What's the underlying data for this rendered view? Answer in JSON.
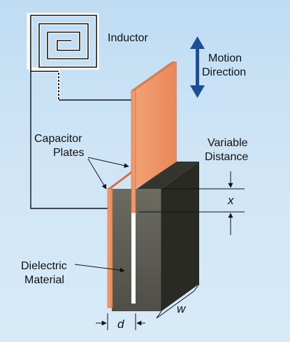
{
  "labels": {
    "inductor": "Inductor",
    "motion_line1": "Motion",
    "motion_line2": "Direction",
    "capacitor_line1": "Capacitor",
    "capacitor_line2": "Plates",
    "variable_line1": "Variable",
    "variable_line2": "Distance",
    "x": "x",
    "dielectric_line1": "Dielectric",
    "dielectric_line2": "Material",
    "d": "d",
    "w": "w"
  },
  "colors": {
    "background": "#cfe5f6",
    "plate_face": "#ef9a6a",
    "plate_edge": "#cf7447",
    "dielectric_front": "#5a5a52",
    "dielectric_top": "#3c3c36",
    "dielectric_side": "#2b2b26",
    "arrow": "#1b4f96",
    "wire": "#111111"
  },
  "icons": {
    "motion": "double-arrow-vertical-icon"
  }
}
